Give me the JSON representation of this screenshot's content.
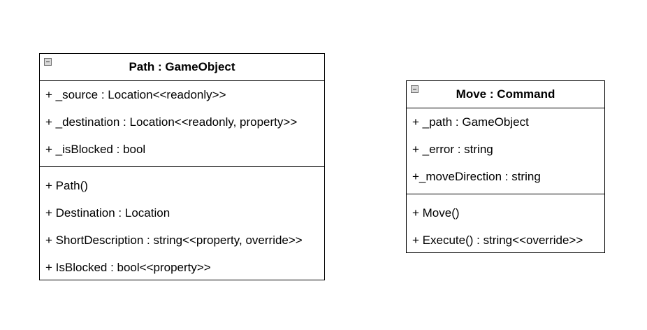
{
  "classes": [
    {
      "title": "Path : GameObject",
      "attributes": [
        "+ _source : Location<<readonly>>",
        "+ _destination : Location<<readonly, property>>",
        "+ _isBlocked : bool"
      ],
      "operations": [
        "+ Path()",
        "+ Destination : Location",
        "+ ShortDescription : string<<property, override>>",
        "+ IsBlocked : bool<<property>>"
      ]
    },
    {
      "title": "Move : Command",
      "attributes": [
        "+ _path : GameObject",
        "+ _error : string",
        "+_moveDirection : string"
      ],
      "operations": [
        "+ Move()",
        "+ Execute() : string<<override>>"
      ]
    }
  ]
}
